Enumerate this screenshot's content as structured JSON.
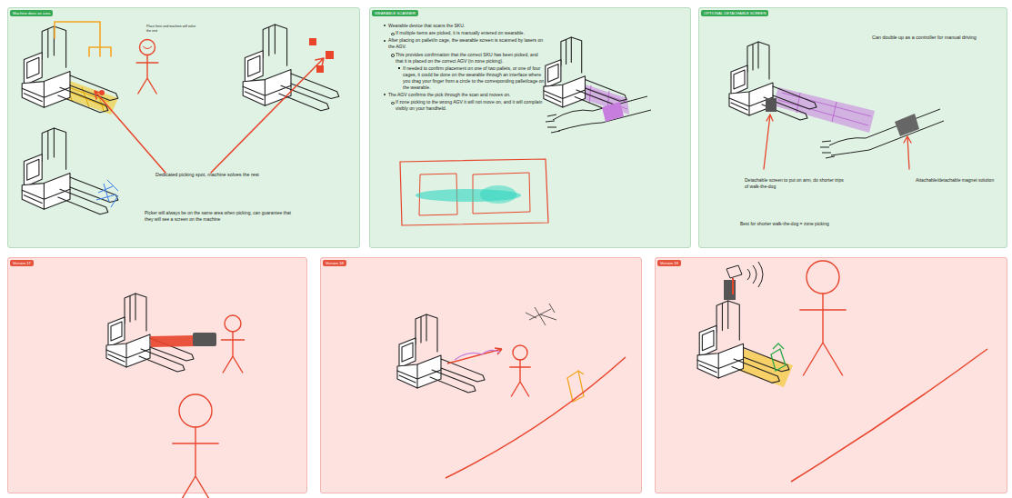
{
  "diagram": {
    "nodes": [
      {
        "text": [
          "Machine does an area",
          "Place here and machine will solve the rest",
          "Dedicated picking spot, machine solves the rest",
          "Picker will always be on the same area when picking, can guarantee that they will see a screen on the machine"
        ]
      },
      {
        "text": [
          "WEARABLE SCANNER",
          "Wearable device that scans the SKU.",
          "If multiple items are picked, it is manually entered on wearable.",
          "After placing on pallet/in cage, the wearable screen is scanned by lasers on the AGV.",
          "This provides confirmation that the correct SKU has been picked, and that it is placed on the correct AGV (in zone picking).",
          "If needed to confirm placement on one of two pallets, or one of four cages, it could be done on the wearable through an interface where you drag your finger from a circle to the corresponding pallet/cage on the wearable.",
          "The AGV confirms the pick through the scan and moves on.",
          "If zone picking to the wrong AGV it will not move on, and it will complain visibly on your handheld."
        ]
      },
      {
        "text": [
          "OPTIONAL DETACHABLE SCREEN",
          "Can double up as a controller for manual driving",
          "Detachable screen to put on arm, do shorter trips of walk-the-dog",
          "Attachable/detachable magnet solution",
          "Best for shorter walk-the-dog = zone picking"
        ]
      },
      {
        "text": [
          "Version 17"
        ]
      },
      {
        "text": [
          "Version 18"
        ]
      },
      {
        "text": [
          "Version 19"
        ]
      }
    ]
  }
}
